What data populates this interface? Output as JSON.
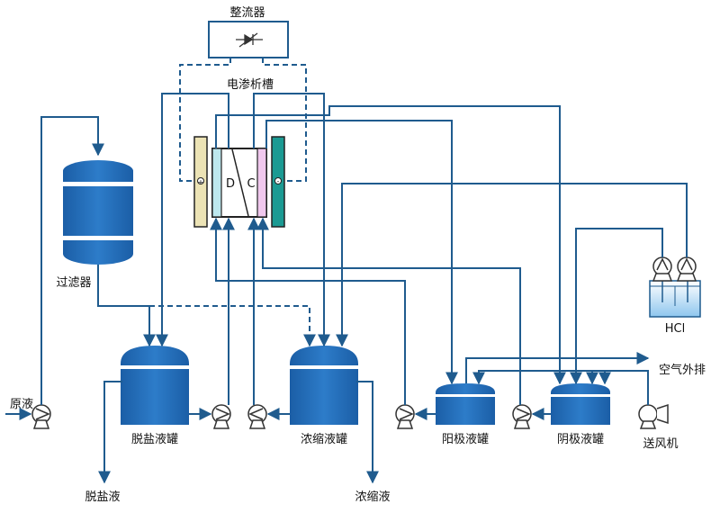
{
  "labels": {
    "rectifier": "整流器",
    "cell": "电渗析槽",
    "cell_d": "D",
    "cell_c": "C",
    "filter": "过滤器",
    "raw": "原液",
    "desalt_tank": "脱盐液罐",
    "conc_tank": "浓缩液罐",
    "anode_tank": "阳极液罐",
    "cathode_tank": "阴极液罐",
    "hcl": "HCl",
    "air_out": "空气外排",
    "blower": "送风机",
    "desalt_out": "脱盐液",
    "conc_out": "浓缩液",
    "plus": "+",
    "minus": "-"
  },
  "colors": {
    "pipe": "#1f5b8e",
    "tank": "#1f66b0",
    "anode_plate": "#ece3b5",
    "cathode_plate": "#1b9a93",
    "membrane_d": "#bde8ee",
    "membrane_c": "#f1c8ee"
  }
}
